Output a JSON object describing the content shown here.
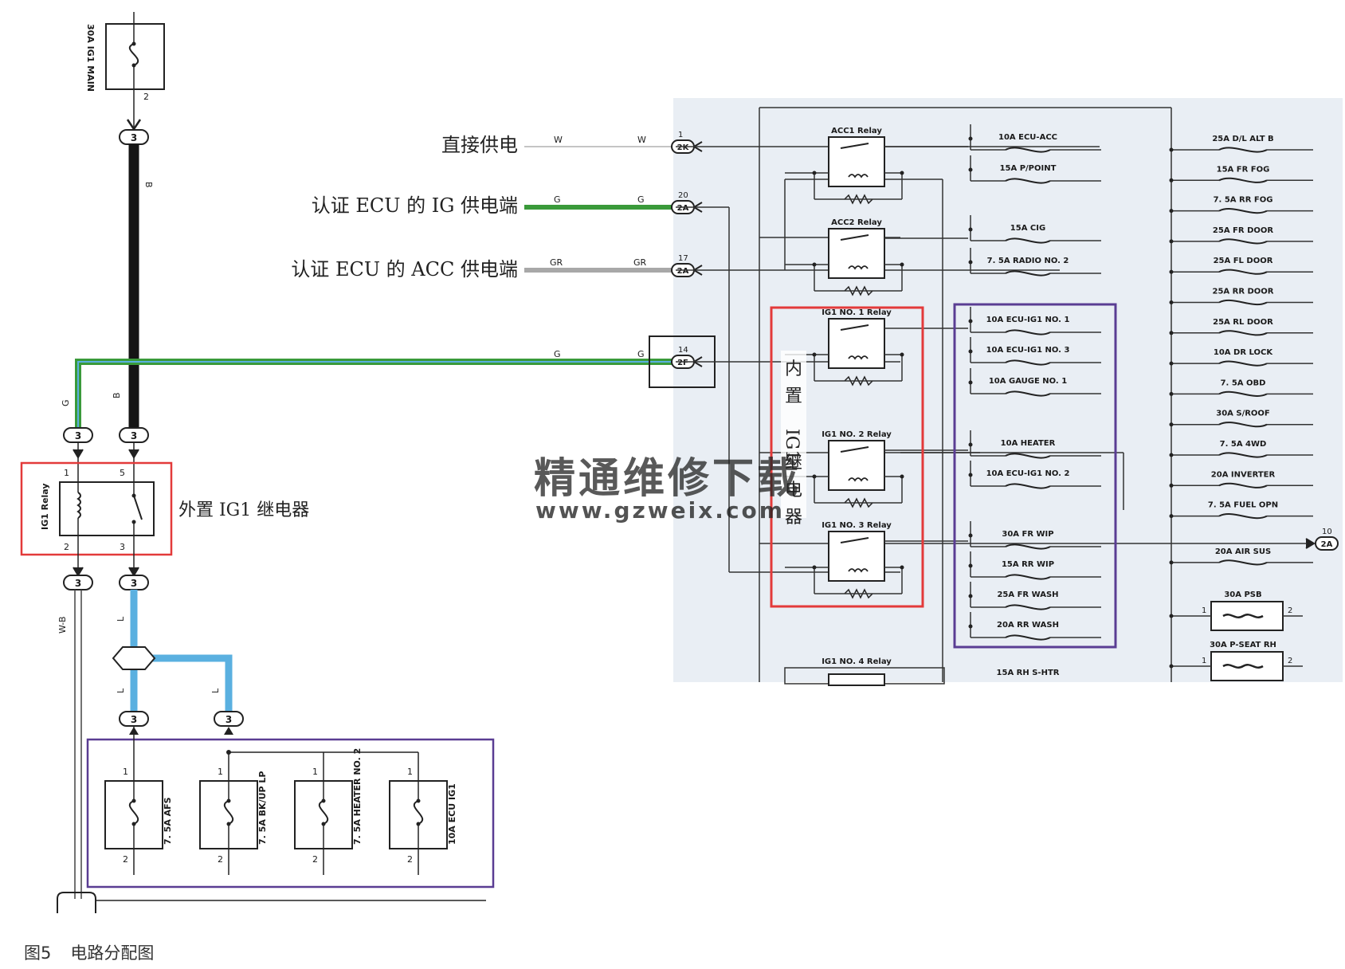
{
  "colors": {
    "wire_B": "#151515",
    "wire_G": "#3a9a3a",
    "wire_L": "#5ab0e0",
    "wire_GR": "#a8a8a8",
    "highlight_red": "#e33a3a",
    "highlight_purple": "#5a3d93",
    "watermark": "#f2a070"
  },
  "source_labels": {
    "direct": "直接供电",
    "ecu_ig": "认证 ECU 的 IG 供电端",
    "ecu_acc": "认证 ECU 的 ACC 供电端"
  },
  "wire_codes": {
    "w1": "W",
    "w2": "W",
    "g1": "G",
    "g2": "G",
    "gr1": "GR",
    "gr2": "GR",
    "g3": "G",
    "g4": "G",
    "b1": "B",
    "b2": "B",
    "g5": "G",
    "wb": "W-B",
    "l1": "L",
    "l2": "L",
    "l3": "L"
  },
  "main_fuse": {
    "label": "30A IG1 MAIN",
    "pin": "2"
  },
  "connector_3": "3",
  "ext_relay": {
    "label": "IG1 Relay",
    "pins": [
      "1",
      "5",
      "2",
      "3"
    ],
    "name": "外置 IG1 继电器"
  },
  "int_relay_label": "内置 IG1 继电器",
  "jb_connectors": [
    {
      "pin": "1",
      "code": "2K"
    },
    {
      "pin": "20",
      "code": "2A"
    },
    {
      "pin": "17",
      "code": "2A"
    },
    {
      "pin": "14",
      "code": "2F"
    },
    {
      "pin": "10",
      "code": "2A"
    }
  ],
  "relays": [
    "ACC1 Relay",
    "ACC2 Relay",
    "IG1 NO. 1 Relay",
    "IG1 NO. 2 Relay",
    "IG1 NO. 3 Relay",
    "IG1 NO. 4 Relay"
  ],
  "mid_fuses": [
    "10A ECU-ACC",
    "15A P/POINT",
    "15A CIG",
    "7. 5A RADIO NO. 2",
    "10A ECU-IG1 NO. 1",
    "10A ECU-IG1 NO. 3",
    "10A GAUGE NO. 1",
    "10A HEATER",
    "10A ECU-IG1 NO. 2",
    "30A FR WIP",
    "15A RR WIP",
    "25A FR WASH",
    "20A RR WASH",
    "15A RH S-HTR"
  ],
  "right_fuses": [
    "25A D/L ALT B",
    "15A FR FOG",
    "7. 5A RR FOG",
    "25A FR DOOR",
    "25A FL DOOR",
    "25A RR DOOR",
    "25A RL DOOR",
    "10A DR LOCK",
    "7. 5A OBD",
    "30A S/ROOF",
    "7. 5A 4WD",
    "20A INVERTER",
    "7. 5A FUEL OPN",
    "20A AIR SUS"
  ],
  "boxed_fuses": [
    {
      "label": "30A PSB",
      "pin_in": "1",
      "pin_out": "2"
    },
    {
      "label": "30A P-SEAT RH",
      "pin_in": "1",
      "pin_out": "2"
    }
  ],
  "bottom_fuses": [
    {
      "label": "7. 5A AFS",
      "pin_top": "1",
      "pin_bottom": "2"
    },
    {
      "label": "7. 5A BK/UP LP",
      "pin_top": "1",
      "pin_bottom": "2"
    },
    {
      "label": "7. 5A HEATER NO. 2",
      "pin_top": "1",
      "pin_bottom": "2"
    },
    {
      "label": "10A ECU IG1",
      "pin_top": "1",
      "pin_bottom": "2"
    }
  ],
  "watermark": {
    "cn": "精通维修下载",
    "url": "www.gzweix.com"
  },
  "caption": {
    "fig": "图5",
    "title": "电路分配图"
  }
}
